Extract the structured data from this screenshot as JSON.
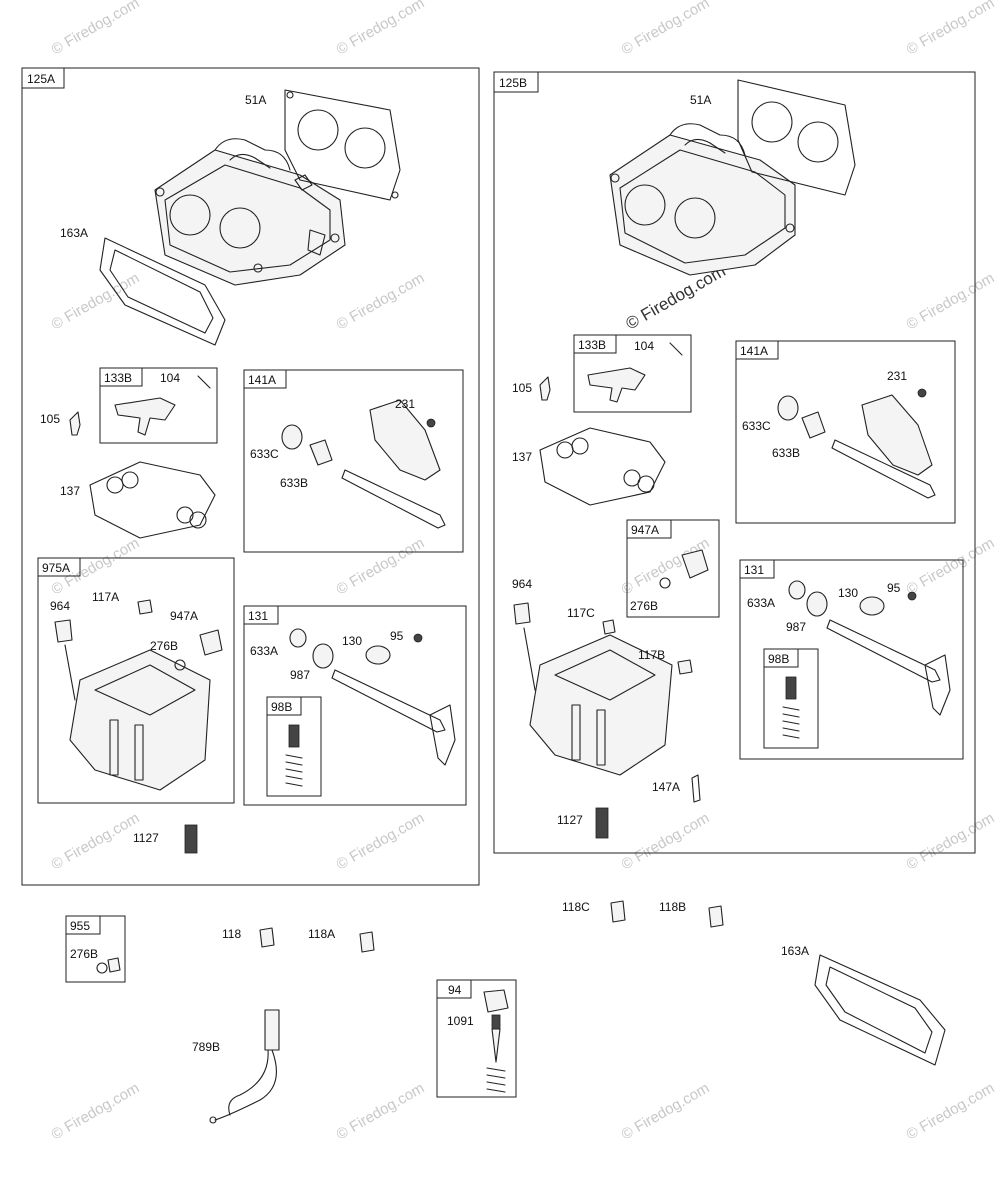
{
  "watermark": {
    "text": "© Firedog.com",
    "center_text": "© Firedog.com"
  },
  "boxes": {
    "b125A": "125A",
    "b125B": "125B",
    "b133B_left": "133B",
    "b141A_left": "141A",
    "b975A": "975A",
    "b131_left": "131",
    "b98B_left": "98B",
    "b133B_right": "133B",
    "b141A_right": "141A",
    "b947A": "947A",
    "b131_right": "131",
    "b98B_right": "98B",
    "b955": "955",
    "b94": "94"
  },
  "labels": {
    "l51A_left": "51A",
    "l163A_left": "163A",
    "l104_left": "104",
    "l105_left": "105",
    "l231_left": "231",
    "l633C_left": "633C",
    "l633B_left": "633B",
    "l137_left": "137",
    "l964_left": "964",
    "l117A": "117A",
    "l947A_left": "947A",
    "l276B_left": "276B",
    "l633A_left": "633A",
    "l987_left": "987",
    "l130_left": "130",
    "l95_left": "95",
    "l1127_left": "1127",
    "l51A_right": "51A",
    "l104_right": "104",
    "l105_right": "105",
    "l231_right": "231",
    "l633C_right": "633C",
    "l633B_right": "633B",
    "l137_right": "137",
    "l276B_right": "276B",
    "l964_right": "964",
    "l117C": "117C",
    "l117B": "117B",
    "l633A_right": "633A",
    "l987_right": "987",
    "l130_right": "130",
    "l95_right": "95",
    "l147A": "147A",
    "l1127_right": "1127",
    "l276B_955": "276B",
    "l118": "118",
    "l118A": "118A",
    "l118C": "118C",
    "l118B": "118B",
    "l163A_bottom": "163A",
    "l789B": "789B",
    "l1091": "1091"
  }
}
